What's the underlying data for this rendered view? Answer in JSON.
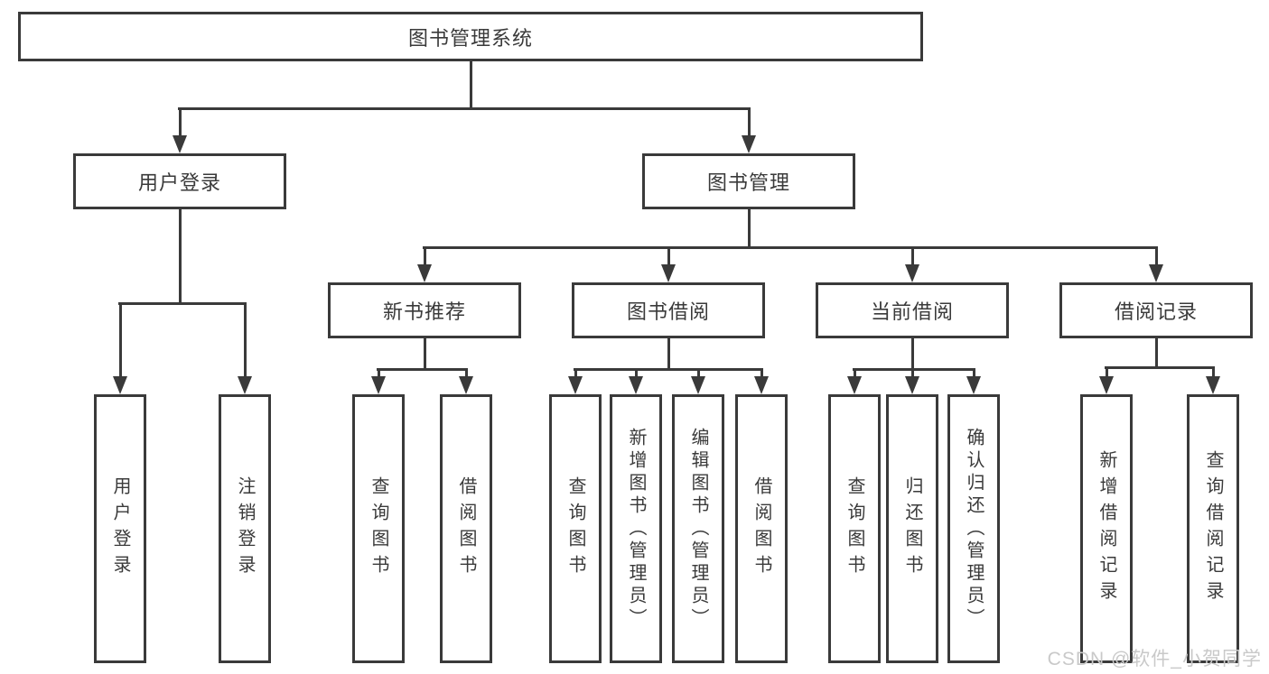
{
  "diagram_title": "图书管理系统",
  "nodes": {
    "root": "图书管理系统",
    "user_login": "用户登录",
    "book_mgmt": "图书管理",
    "new_books": "新书推荐",
    "book_borrow": "图书借阅",
    "current_borrow": "当前借阅",
    "borrow_records": "借阅记录",
    "leaf_user_login": "用户登录",
    "leaf_logout": "注销登录",
    "leaf_nb_query": "查询图书",
    "leaf_nb_borrow": "借阅图书",
    "leaf_bb_query": "查询图书",
    "leaf_bb_add": "新增图书（管理员）",
    "leaf_bb_edit": "编辑图书（管理员）",
    "leaf_bb_borrow": "借阅图书",
    "leaf_cb_query": "查询图书",
    "leaf_cb_return": "归还图书",
    "leaf_cb_confirm": "确认归还（管理员）",
    "leaf_br_add": "新增借阅记录",
    "leaf_br_query": "查询借阅记录"
  },
  "watermark": "CSDN @软件_小贺同学",
  "colors": {
    "line": "#3a3a3a",
    "box_background": "#ffffff",
    "watermark": "#c9c9c9",
    "background": "#ffffff"
  }
}
